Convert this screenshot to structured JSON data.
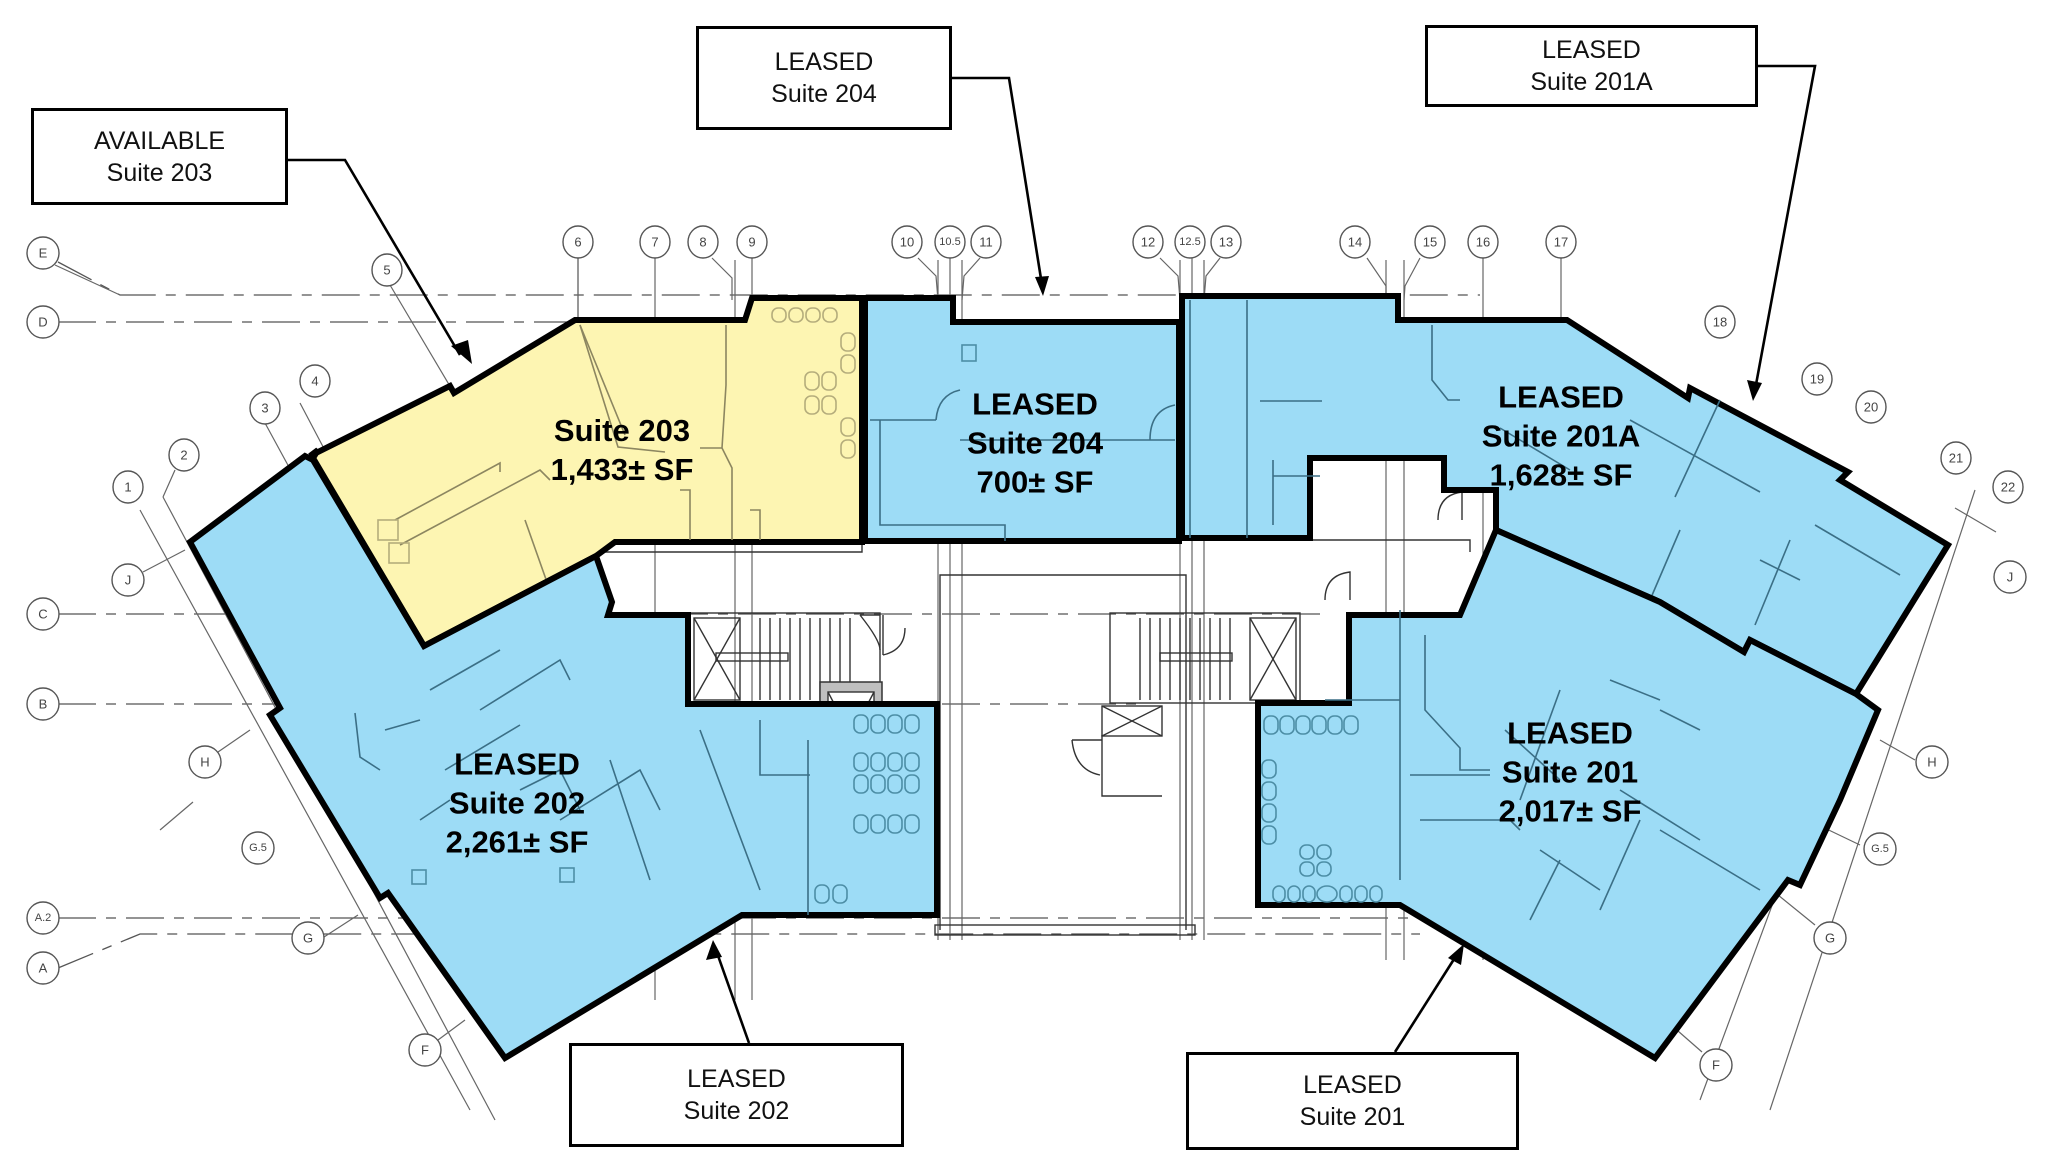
{
  "plan": {
    "colors": {
      "leased": "#9ddcf6",
      "available": "#fdf5b2",
      "outline": "#000000"
    },
    "grid_bubbles": {
      "column_bubbles": [
        "1",
        "2",
        "3",
        "4",
        "5",
        "6",
        "7",
        "8",
        "9",
        "10",
        "10.5",
        "11",
        "12",
        "12.5",
        "13",
        "14",
        "15",
        "16",
        "17",
        "18",
        "19",
        "20",
        "21",
        "22"
      ],
      "row_bubbles_left": [
        "E",
        "D",
        "C",
        "B",
        "A.2",
        "A",
        "J",
        "H",
        "G.5",
        "G",
        "F"
      ],
      "row_bubbles_right": [
        "J",
        "H",
        "G.5",
        "G",
        "F"
      ]
    },
    "suites": [
      {
        "id": "203",
        "status": "AVAILABLE",
        "name": "Suite 203",
        "area": "1,433± SF",
        "status_line": ""
      },
      {
        "id": "204",
        "status": "LEASED",
        "name": "Suite 204",
        "area": "700± SF",
        "status_line": "LEASED"
      },
      {
        "id": "201A",
        "status": "LEASED",
        "name": "Suite 201A",
        "area": "1,628± SF",
        "status_line": "LEASED"
      },
      {
        "id": "202",
        "status": "LEASED",
        "name": "Suite 202",
        "area": "2,261± SF",
        "status_line": "LEASED"
      },
      {
        "id": "201",
        "status": "LEASED",
        "name": "Suite 201",
        "area": "2,017± SF",
        "status_line": "LEASED"
      }
    ],
    "callouts": [
      {
        "status": "AVAILABLE",
        "suite": "Suite 203"
      },
      {
        "status": "LEASED",
        "suite": "Suite 204"
      },
      {
        "status": "LEASED",
        "suite": "Suite 201A"
      },
      {
        "status": "LEASED",
        "suite": "Suite 202"
      },
      {
        "status": "LEASED",
        "suite": "Suite 201"
      }
    ]
  }
}
